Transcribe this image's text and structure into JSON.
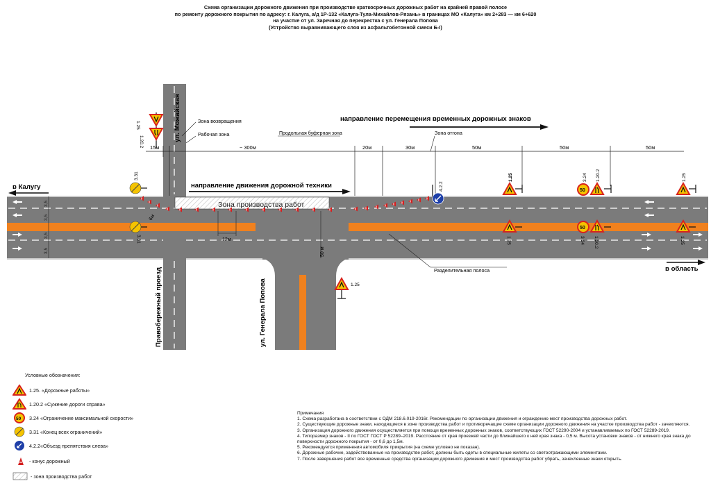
{
  "title": {
    "line1": "Схема организации дорожного движения при производстве краткосрочных дорожных работ на крайней правой полосе",
    "line2": "по ремонту дорожного покрытия по адресу: г. Калуга, а/д 1Р-132 «Калуга-Тула-Михайлов-Рязань» в границах МО «Калуга» км 2+283 — км 6+620",
    "line3": "на участке от ул. Заречная до перекрестка с ул. Генерала Попова",
    "line4": "(Устройство выравнивающего слоя из асфальтобетонной смеси Б-I)"
  },
  "streets": {
    "mozhayskaya": "ул. Можайская",
    "pravoberezhny": "Правобережный проезд",
    "gen_popova": "ул. Генерала Попова"
  },
  "directions": {
    "signs_move": "направление перемещения временных дорожных знаков",
    "equipment": "направление движения дорожной техники",
    "to_kaluga": "в Калугу",
    "to_oblast": "в область"
  },
  "zones": {
    "return": "Зона возвращения",
    "work": "Рабочая зона",
    "buffer": "Продольная буферная зона",
    "deflect": "Зона отгона",
    "production": "Зона производства работ",
    "median": "Разделительная полоса"
  },
  "dimensions": {
    "d15": "15м",
    "d300": "~ 300м",
    "d20": "20м",
    "d30": "30м",
    "d50": "50м",
    "d12": "12м",
    "d6": "6м",
    "d50v": "50 м",
    "lane": "3,5"
  },
  "sign_codes": {
    "s125": "1.25",
    "s1202": "1.20.2",
    "s331": "3.31",
    "s324": "3.24",
    "s422": "4.2.2",
    "speed": "50"
  },
  "legend": {
    "header": "Условные обозначения:",
    "items": [
      {
        "icon": "road-works-sign-icon",
        "label": "1.25. «Дорожные работы»"
      },
      {
        "icon": "road-narrows-right-sign-icon",
        "label": "1.20.2 «Сужение дороги справа»"
      },
      {
        "icon": "speed-limit-sign-icon",
        "label": "3.24 «Ограничение максимальной скорости»"
      },
      {
        "icon": "end-restrictions-sign-icon",
        "label": "3.31 «Конец всех ограничений»"
      },
      {
        "icon": "pass-left-sign-icon",
        "label": "4.2.2«Объезд препятствия слева»"
      },
      {
        "icon": "traffic-cone-icon",
        "label": "- конус дорожный"
      },
      {
        "icon": "work-zone-hatch-icon",
        "label": "- зона производства работ"
      }
    ]
  },
  "notes": {
    "header": "Примечания",
    "items": [
      "1. Схема разработана в соответствии с ОДМ 218.6.019-2016г. Рекомендации по организации движения и ограждению мест производства дорожных работ.",
      "2. Существующие дорожные знаки, находящиеся в зоне производства работ и противоречащие схеме организации дорожного движения на участке производства работ - зачехляются.",
      "3. Организация дорожного движения осуществляется при помощи временных дорожных знаков, соответствующих ГОСТ 52290-2004 и устанавливаемых по ГОСТ 52289-2019.",
      "4. Типоразмер знаков - II по ГОСТ ГОСТ Р 52289–2019. Расстояние от края проезжей части до ближайшего к ней края знака - 0,5 м. Высота установки знаков - от нижнего края знака до поверхности дорожного покрытия - от 0,6 до 1,5м.",
      "5. Рекомендуется применения автомобиля прикрытия (на схеме условно не показан).",
      "6. Дорожные рабочие, задействованные на производстве работ, должны быть одеты в специальные жилеты со светоотражающими элементами.",
      "7. После завершения работ все временные средства организации дорожного движения и мест производства работ убрать, зачехленные знаки открыть."
    ]
  },
  "colors": {
    "road": "#7b7b7b",
    "median": "#f0811e",
    "sign_yellow": "#f5c400",
    "sign_red": "#d8231d",
    "sign_blue": "#1e3fa8",
    "cone": "#d42020"
  }
}
